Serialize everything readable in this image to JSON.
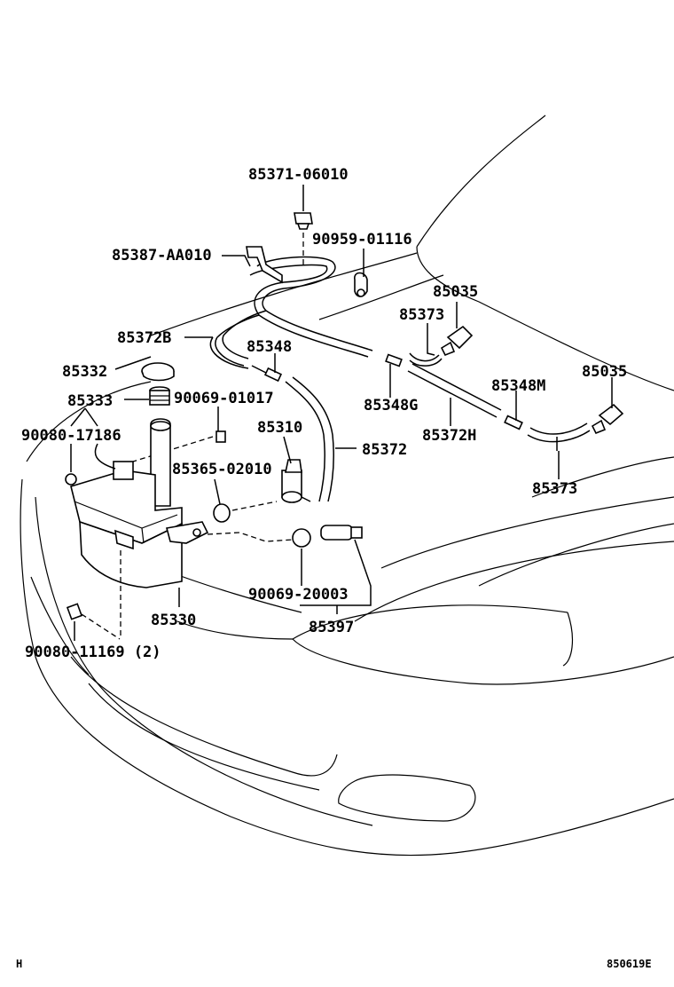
{
  "labels": {
    "l_85371": "85371-06010",
    "l_90959": "90959-01116",
    "l_85387": "85387-AA010",
    "l_85035a": "85035",
    "l_85373a": "85373",
    "l_85372b": "85372B",
    "l_85348": "85348",
    "l_85332": "85332",
    "l_85035b": "85035",
    "l_85348m": "85348M",
    "l_85333": "85333",
    "l_90069a": "90069-01017",
    "l_85348g": "85348G",
    "l_90080a": "90080-17186",
    "l_85310": "85310",
    "l_85372": "85372",
    "l_85372h": "85372H",
    "l_85365": "85365-02010",
    "l_85373b": "85373",
    "l_90069b": "90069-20003",
    "l_85330": "85330",
    "l_85397": "85397",
    "l_90080b": "90080-11169 (2)"
  },
  "footer": {
    "left_code": "H",
    "right_code": "850619E"
  }
}
